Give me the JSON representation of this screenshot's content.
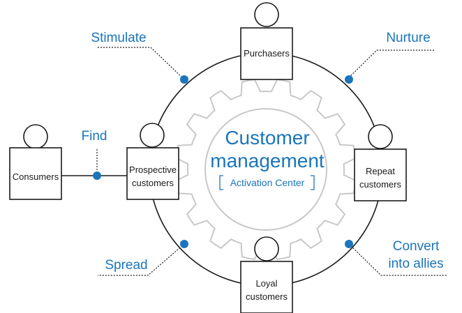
{
  "center": {
    "title_line1": "Customer",
    "title_line2": "management",
    "subtitle": "Activation Center"
  },
  "people": {
    "consumers": "Consumers",
    "prospective_line1": "Prospective",
    "prospective_line2": "customers",
    "purchasers": "Purchasers",
    "repeat_line1": "Repeat",
    "repeat_line2": "customers",
    "loyal_line1": "Loyal",
    "loyal_line2": "customers"
  },
  "actions": {
    "find": "Find",
    "stimulate": "Stimulate",
    "nurture": "Nurture",
    "spread": "Spread",
    "convert_line1": "Convert",
    "convert_line2": "into allies"
  },
  "colors": {
    "accent": "#1a75bc",
    "outline": "#1a1a1a",
    "gear": "#c8c8c8"
  }
}
